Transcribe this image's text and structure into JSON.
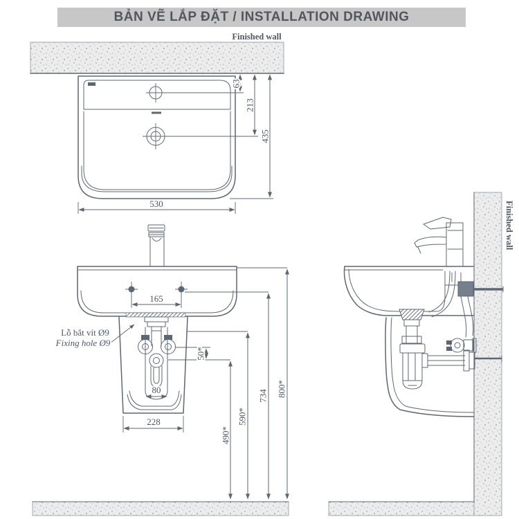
{
  "header": {
    "title": "BẢN VẼ LẮP ĐẶT / INSTALLATION DRAWING"
  },
  "labels": {
    "finished_wall_top": "Finished wall",
    "finished_wall_side": "Finished wall",
    "fixing_hole_vi": "Lỗ bắt vít Ø9",
    "fixing_hole_en": "Fixing hole Ø9"
  },
  "dimensions_mm": {
    "top_view": {
      "faucet_hole_to_wall": "63",
      "drain_to_wall": "213",
      "basin_depth": "435",
      "basin_width": "530"
    },
    "front_view": {
      "fixing_hole_spacing": "165",
      "recess_width": "80",
      "pedestal_width": "228",
      "supply_to_waste_gap": "50*",
      "waste_outlet_height": "490*",
      "supply_height": "590*",
      "fixing_hole_height": "734",
      "rim_height": "800*"
    }
  },
  "colors": {
    "line": "#5d6673",
    "text": "#4f5763",
    "header_bg": "#c7c7c7",
    "header_text": "#51565f",
    "wall_texture_base": "#ececec"
  }
}
